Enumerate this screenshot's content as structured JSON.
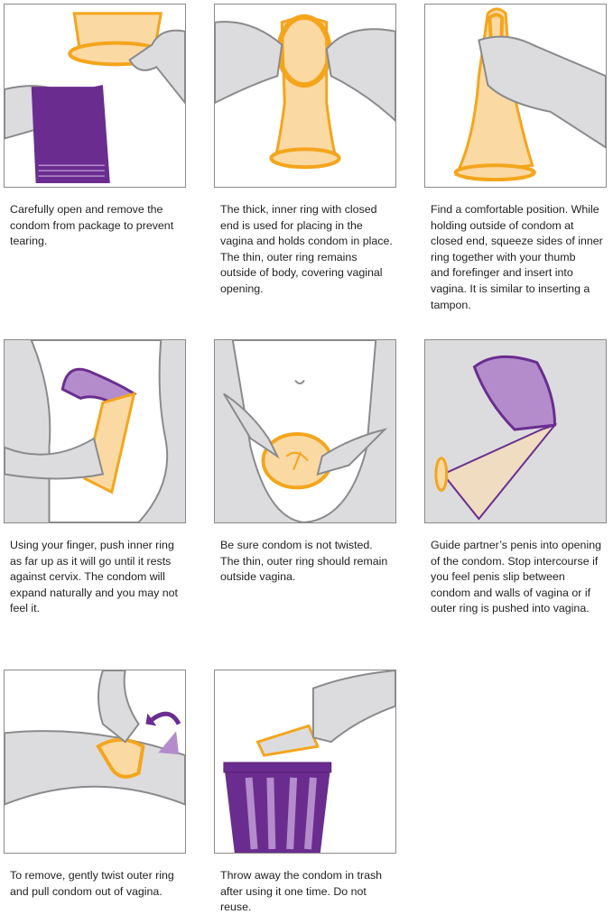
{
  "colors": {
    "orange": "#f4a51c",
    "peach": "#fbd9a3",
    "purple": "#6a2d8f",
    "lilac": "#b48ccc",
    "gray": "#dcdcde",
    "line": "#8a8a8c"
  },
  "steps": [
    {
      "lines": [
        "Carefully open and remove the",
        "condom from package to prevent",
        "tearing."
      ]
    },
    {
      "lines": [
        "The thick, inner ring with closed",
        "end is used for placing in the",
        "vagina and holds condom in place.",
        "The thin, outer ring remains",
        "outside of body, covering vaginal",
        "opening."
      ]
    },
    {
      "lines": [
        "Find a comfortable position. While",
        "holding outside of condom at",
        "closed end, squeeze sides of inner",
        "ring together with your thumb",
        "and forefinger and insert into",
        "vagina. It is similar to inserting a",
        "tampon."
      ]
    },
    {
      "lines": [
        "Using your finger, push inner ring",
        "as far up as it will go until it rests",
        "against cervix. The condom will",
        "expand naturally and you may not",
        "feel it."
      ]
    },
    {
      "lines": [
        "Be sure condom is not twisted.",
        "The thin, outer ring should remain",
        "outside vagina."
      ]
    },
    {
      "lines": [
        "Guide partner’s penis into opening",
        "of the condom. Stop intercourse if",
        "you feel penis slip between",
        "condom and walls of vagina or if",
        "outer ring is pushed into vagina."
      ]
    },
    {
      "lines": [
        "To remove, gently twist outer ring",
        "and pull condom out of vagina."
      ]
    },
    {
      "lines": [
        "Throw away the condom in trash",
        "after using it one time. Do not",
        "reuse."
      ]
    }
  ]
}
